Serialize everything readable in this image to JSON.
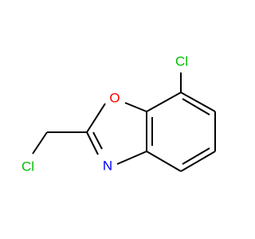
{
  "molecule": {
    "atoms": {
      "cl_top": {
        "label": "Cl",
        "color": "#00c000"
      },
      "o": {
        "label": "O",
        "color": "#ff0000"
      },
      "n": {
        "label": "N",
        "color": "#0000ff"
      },
      "cl_left": {
        "label": "Cl",
        "color": "#00c000"
      }
    }
  },
  "colors": {
    "bond": "#000000",
    "chlorine": "#00c000",
    "oxygen": "#ff0000",
    "nitrogen": "#0000ff"
  }
}
